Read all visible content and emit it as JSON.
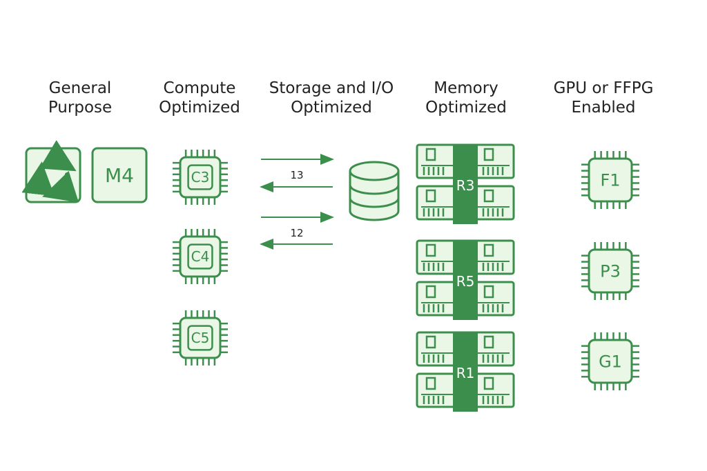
{
  "colors": {
    "stroke": "#3b8e4b",
    "fill": "#eaf6e6",
    "dark_band": "#3b8e4b",
    "heading_text": "#222222",
    "arrow": "#3b8e4b",
    "arrow_label": "#222222"
  },
  "columns": [
    {
      "title_line1": "General",
      "title_line2": "Purpose"
    },
    {
      "title_line1": "Compute",
      "title_line2": "Optimized"
    },
    {
      "title_line1": "Storage and I/O",
      "title_line2": "Optimized"
    },
    {
      "title_line1": "Memory",
      "title_line2": "Optimized"
    },
    {
      "title_line1": "GPU or FFPG",
      "title_line2": "Enabled"
    }
  ],
  "general_purpose": {
    "tiles": [
      {
        "icon": "recycle-arrows-icon"
      },
      {
        "label": "M4"
      }
    ]
  },
  "compute": {
    "chips": [
      {
        "label": "C3"
      },
      {
        "label": "C4"
      },
      {
        "label": "C5"
      }
    ]
  },
  "storage": {
    "icon": "database-icon",
    "arrow_groups": [
      {
        "label": "13"
      },
      {
        "label": "12"
      }
    ]
  },
  "memory": {
    "modules": [
      {
        "label": "R3"
      },
      {
        "label": "R5"
      },
      {
        "label": "R1"
      }
    ]
  },
  "accelerated": {
    "chips": [
      {
        "label": "F1"
      },
      {
        "label": "P3"
      },
      {
        "label": "G1"
      }
    ]
  }
}
